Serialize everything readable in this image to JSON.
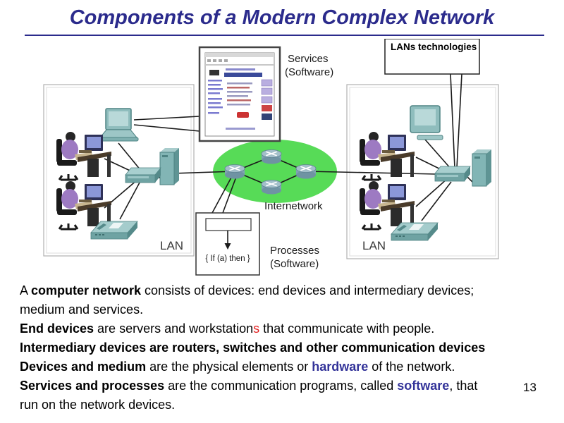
{
  "slide": {
    "title": "Components of a Modern Complex Network",
    "page_number": "13"
  },
  "diagram": {
    "labels": {
      "services_line1": "Services",
      "services_line2": "(Software)",
      "lans_technologies": "LANs technologies",
      "internetwork": "Internetwork",
      "processes_line1": "Processes",
      "processes_line2": "(Software)",
      "if_then": "{ If (a) then }",
      "lan_left": "LAN",
      "lan_right": "LAN"
    },
    "colors": {
      "title_navy": "#2B2B8C",
      "internetwork_green": "#57DB57",
      "device_teal": "#8FBDBD",
      "router_gray": "#A3BFCA"
    }
  },
  "body": {
    "accent_blue": "#333399",
    "accent_red": "#E32222",
    "lines": [
      [
        {
          "t": "A "
        },
        {
          "t": "computer network",
          "b": true
        },
        {
          "t": " consists of devices: end devices and intermediary devices;"
        }
      ],
      [
        {
          "t": "medium and services."
        }
      ],
      [
        {
          "t": "End devices",
          "b": true
        },
        {
          "t": " are servers and workstation"
        },
        {
          "t": "s",
          "c": "red"
        },
        {
          "t": " that communicate with people."
        }
      ],
      [
        {
          "t": "Intermediary devices are routers, switches and other communication devices",
          "b": true
        }
      ],
      [
        {
          "t": "Devices and medium",
          "b": true
        },
        {
          "t": " are the physical elements or "
        },
        {
          "t": "hardware",
          "b": true,
          "c": "blue"
        },
        {
          "t": " of the network."
        }
      ],
      [
        {
          "t": "Services and processes",
          "b": true
        },
        {
          "t": " are the communication programs, called "
        },
        {
          "t": "software",
          "b": true,
          "c": "blue"
        },
        {
          "t": ", that"
        }
      ],
      [
        {
          "t": "run on the network devices."
        }
      ]
    ]
  }
}
